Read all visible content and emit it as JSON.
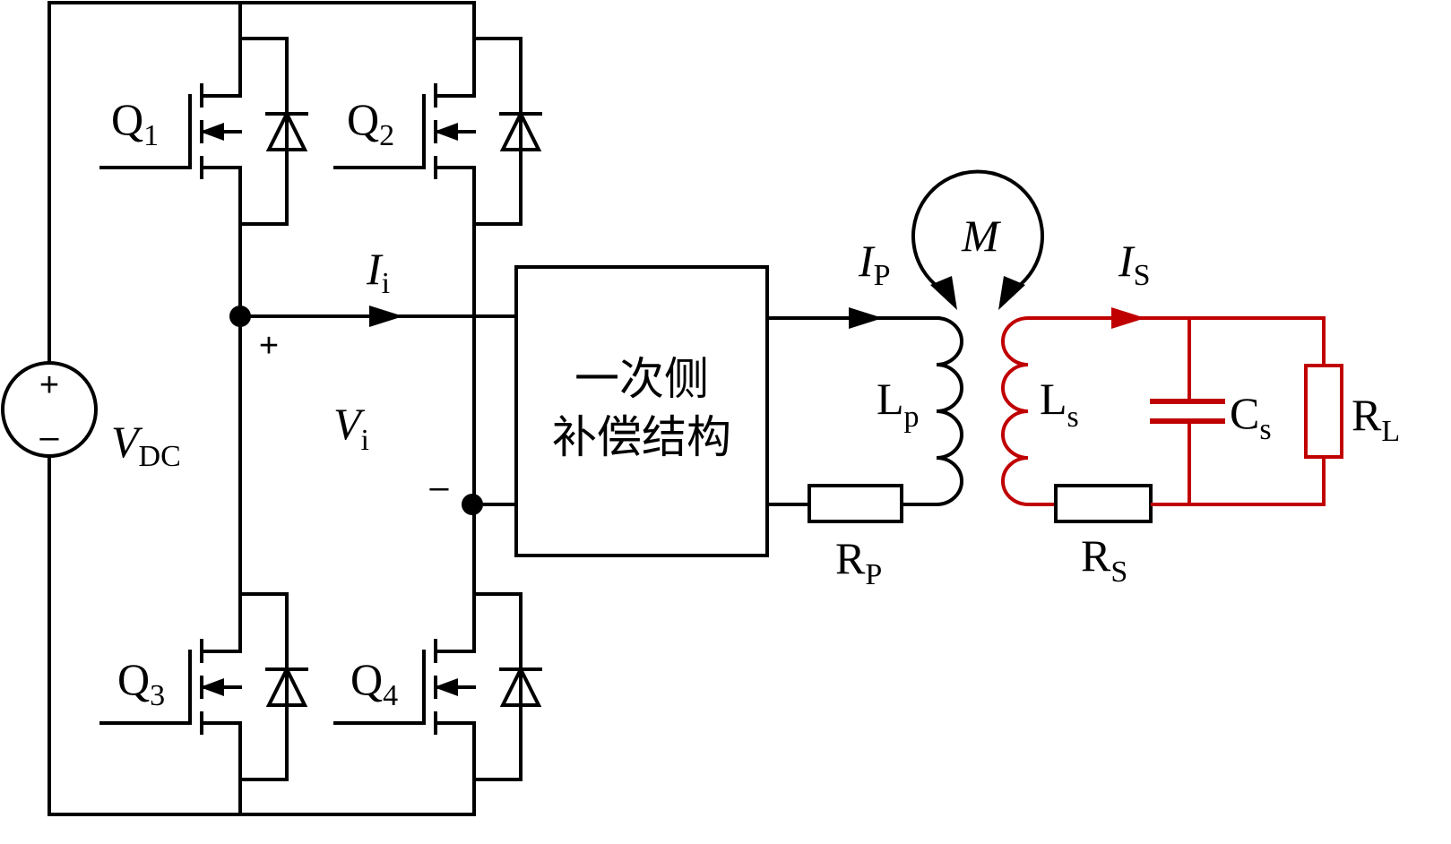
{
  "colors": {
    "primary_circuit": "#000000",
    "secondary_circuit": "#c00000"
  },
  "labels": {
    "q1": "Q",
    "q1_sub": "1",
    "q2": "Q",
    "q2_sub": "2",
    "q3": "Q",
    "q3_sub": "3",
    "q4": "Q",
    "q4_sub": "4",
    "vdc": "V",
    "vdc_sub": "DC",
    "source_plus": "+",
    "source_minus": "–",
    "ii": "I",
    "ii_sub": "i",
    "vi": "V",
    "vi_sub": "i",
    "vi_plus": "+",
    "vi_minus": "–",
    "box_line1": "一次侧",
    "box_line2": "补偿结构",
    "ip": "I",
    "ip_sub": "P",
    "is": "I",
    "is_sub": "S",
    "m": "M",
    "lp": "L",
    "lp_sub": "p",
    "ls": "L",
    "ls_sub": "s",
    "cs": "C",
    "cs_sub": "s",
    "rl": "R",
    "rl_sub": "L",
    "rp": "R",
    "rp_sub": "P",
    "rs": "R",
    "rs_sub": "S"
  }
}
